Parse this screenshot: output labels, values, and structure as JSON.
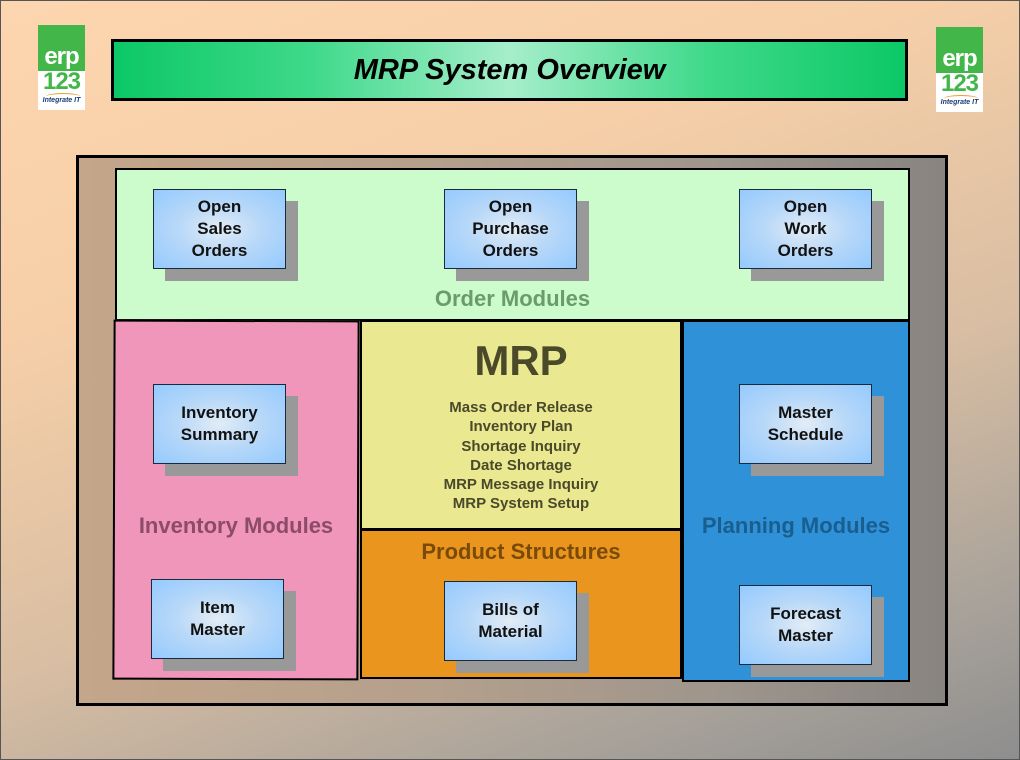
{
  "title": "MRP System Overview",
  "logo": {
    "line1": "erp",
    "line2": "123",
    "tagline": "Integrate IT",
    "brand_green": "#43b649"
  },
  "sections": {
    "order": {
      "label": "Order Modules",
      "color": "#ccfccc",
      "modules": [
        {
          "label": "Open\nSales\nOrders"
        },
        {
          "label": "Open\nPurchase\nOrders"
        },
        {
          "label": "Open\nWork\nOrders"
        }
      ]
    },
    "inventory": {
      "label": "Inventory Modules",
      "color": "#f096bb",
      "modules": [
        {
          "label": "Inventory\nSummary"
        },
        {
          "label": "Item\nMaster"
        }
      ]
    },
    "mrp": {
      "title": "MRP",
      "color": "#eae890",
      "functions": [
        "Mass Order Release",
        "Inventory Plan",
        "Shortage Inquiry",
        "Date Shortage",
        "MRP Message Inquiry",
        "MRP System Setup"
      ]
    },
    "product": {
      "label": "Product Structures",
      "color": "#ea961e",
      "modules": [
        {
          "label": "Bills of\nMaterial"
        }
      ]
    },
    "planning": {
      "label": "Planning Modules",
      "color": "#2f92d9",
      "modules": [
        {
          "label": "Master\nSchedule"
        },
        {
          "label": "Forecast\nMaster"
        }
      ]
    }
  }
}
